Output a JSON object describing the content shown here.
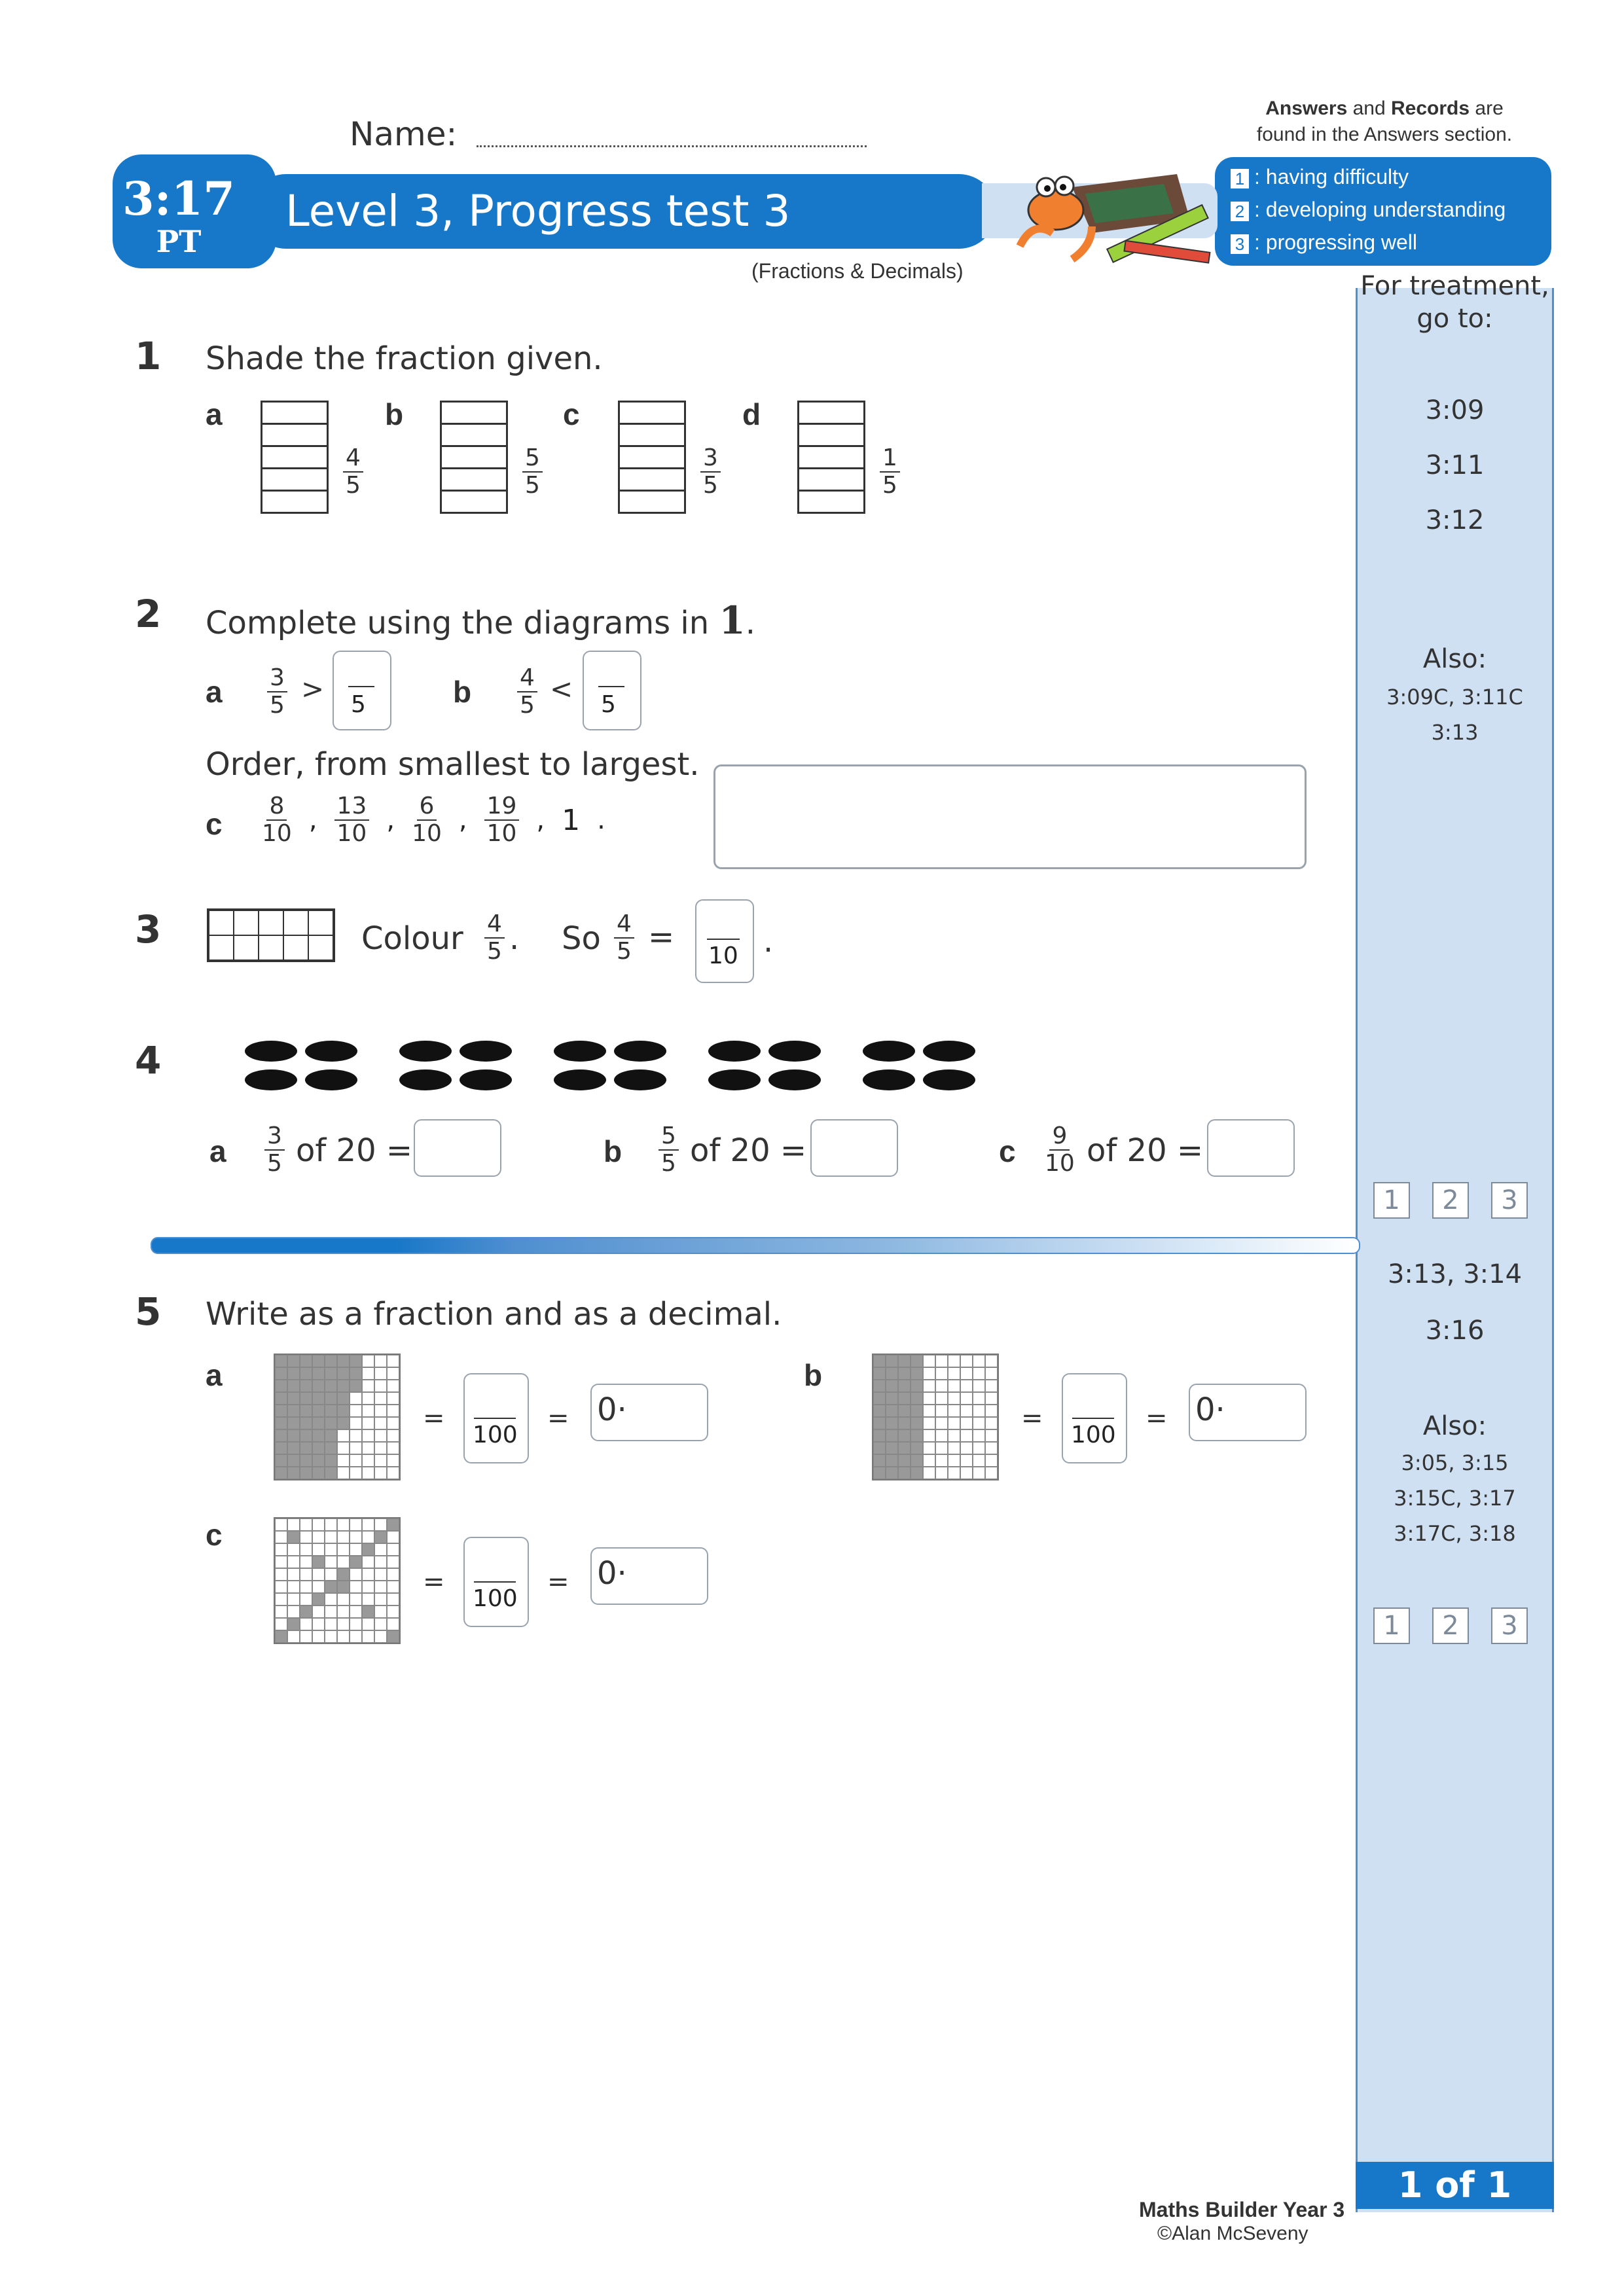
{
  "header": {
    "code": "3:17",
    "code_sub": "PT",
    "title": "Level 3, Progress test 3",
    "subtitle": "(Fractions & Decimals)",
    "name_label": "Name:"
  },
  "answers_note": {
    "line1_a": "Answers",
    "line1_b": " and ",
    "line1_c": "Records",
    "line1_d": " are",
    "line2": "found in the Answers section."
  },
  "key": [
    {
      "num": "1",
      "label": ": having difficulty"
    },
    {
      "num": "2",
      "label": ": developing understanding"
    },
    {
      "num": "3",
      "label": ": progressing well"
    }
  ],
  "sidebar": {
    "heading1": "For treatment,",
    "heading2": "go to:",
    "refs1": [
      "3:09",
      "3:11",
      "3:12"
    ],
    "also1_label": "Also:",
    "also1": [
      "3:09C, 3:11C",
      "3:13"
    ],
    "ratings": [
      "1",
      "2",
      "3"
    ],
    "refs2": [
      "3:13, 3:14",
      "3:16"
    ],
    "also2_label": "Also:",
    "also2": [
      "3:05, 3:15",
      "3:15C, 3:17",
      "3:17C, 3:18"
    ],
    "page": "1 of 1"
  },
  "q1": {
    "num": "1",
    "text": "Shade the fraction given.",
    "items": [
      {
        "label": "a",
        "num": "4",
        "den": "5"
      },
      {
        "label": "b",
        "num": "5",
        "den": "5"
      },
      {
        "label": "c",
        "num": "3",
        "den": "5"
      },
      {
        "label": "d",
        "num": "1",
        "den": "5"
      }
    ]
  },
  "q2": {
    "num": "2",
    "text": "Complete using the diagrams in ",
    "text_ref": "1",
    "text_end": ".",
    "a": {
      "label": "a",
      "num": "3",
      "den": "5",
      "op": ">",
      "box_den": "5"
    },
    "b": {
      "label": "b",
      "num": "4",
      "den": "5",
      "op": "<",
      "box_den": "5"
    },
    "order_text": "Order, from smallest to largest.",
    "c": {
      "label": "c",
      "fracs": [
        [
          "8",
          "10"
        ],
        [
          "13",
          "10"
        ],
        [
          "6",
          "10"
        ],
        [
          "19",
          "10"
        ]
      ],
      "sep": ",",
      "last": "1"
    }
  },
  "q3": {
    "num": "3",
    "colour_text": "Colour",
    "num_a": "4",
    "den_a": "5",
    "so_text": "So",
    "num_b": "4",
    "den_b": "5",
    "eq": "=",
    "box_den": "10"
  },
  "q4": {
    "num": "4",
    "a": {
      "label": "a",
      "num": "3",
      "den": "5",
      "text": "of 20 ="
    },
    "b": {
      "label": "b",
      "num": "5",
      "den": "5",
      "text": "of 20 ="
    },
    "c": {
      "label": "c",
      "num": "9",
      "den": "10",
      "text": "of 20 ="
    }
  },
  "q5": {
    "num": "5",
    "text": "Write as a fraction and as a decimal.",
    "labels": [
      "a",
      "b",
      "c"
    ],
    "eq": "=",
    "den": "100",
    "decimal_prefix": "0·"
  },
  "footer": {
    "book": "Maths Builder Year 3",
    "copyright": "©Alan McSeveny"
  },
  "colors": {
    "accent": "#1777c8",
    "sidebar": "#cfe0f3"
  }
}
